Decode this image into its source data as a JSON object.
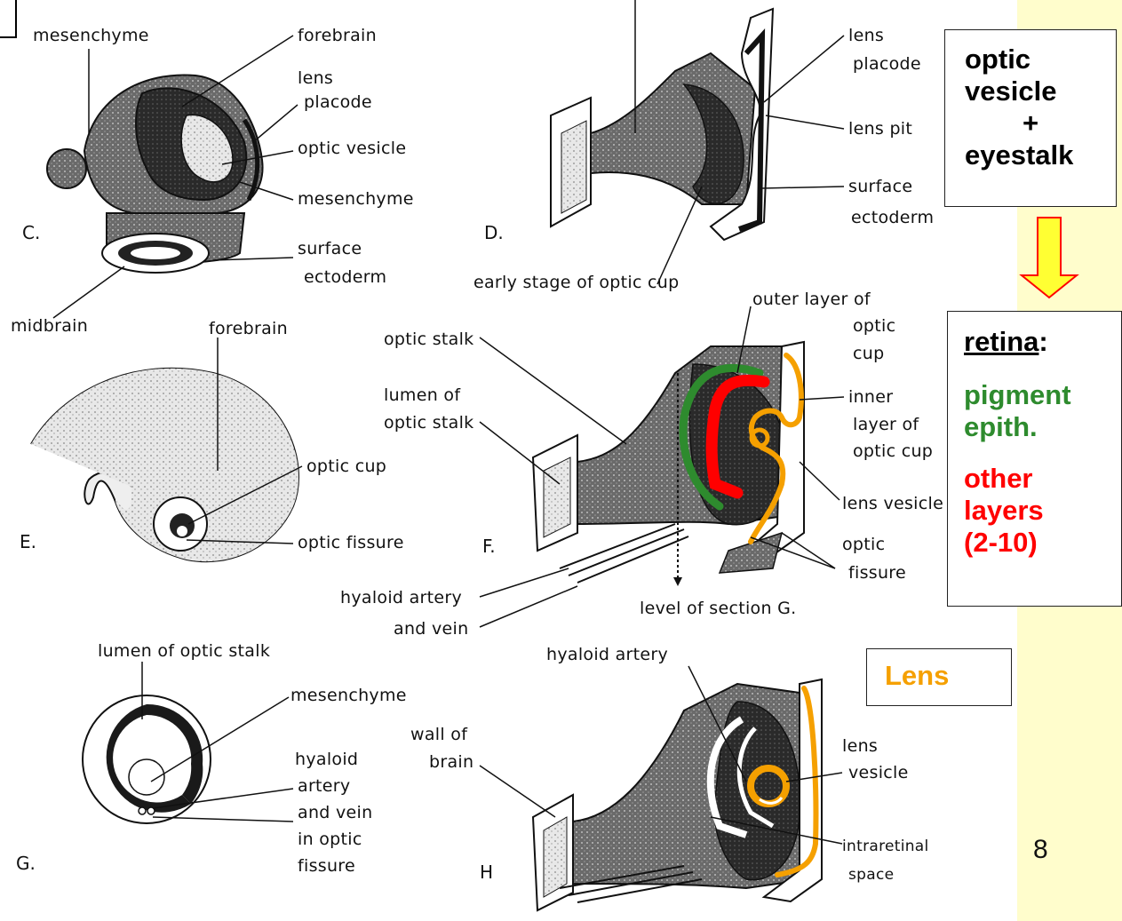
{
  "slide": {
    "page_number": "8",
    "accent_colors": {
      "green": "#2e8b2e",
      "red": "#ff0000",
      "orange": "#f5a000",
      "yellow": "#ffff33",
      "sidebar": "#fffdcc"
    }
  },
  "boxes": {
    "optic_vesicle": {
      "line1": "optic",
      "line2": "vesicle",
      "line3": "+",
      "line4": "eyestalk"
    },
    "retina": {
      "title": "retina",
      "colon": ":",
      "pigment1": "pigment",
      "pigment2": "epith.",
      "other1": "other",
      "other2": "layers",
      "other3": "(2-10)"
    },
    "lens": {
      "label": "Lens"
    }
  },
  "diagram": {
    "panel_C": {
      "letter": "C.",
      "mesenchyme_top": "mesenchyme",
      "forebrain": "forebrain",
      "lens": "lens",
      "placode": "placode",
      "optic_vesicle": "optic vesicle",
      "mesenchyme": "mesenchyme",
      "surface": "surface",
      "ectoderm": "ectoderm",
      "midbrain": "midbrain"
    },
    "panel_D": {
      "letter": "D.",
      "lens": "lens",
      "placode": "placode",
      "lens_pit": "lens pit",
      "surface": "surface",
      "ectoderm": "ectoderm",
      "early_cup": "early stage of optic cup"
    },
    "panel_E": {
      "letter": "E.",
      "forebrain": "forebrain",
      "optic_cup": "optic cup",
      "optic_fissure": "optic fissure"
    },
    "panel_F": {
      "letter": "F.",
      "optic_stalk": "optic stalk",
      "lumen1": "lumen of",
      "lumen2": "optic stalk",
      "outer1": "outer layer of",
      "outer2": "optic",
      "outer3": "cup",
      "inner1": "inner",
      "inner2": "layer of",
      "inner3": "optic cup",
      "lens_vesicle": "lens vesicle",
      "optic": "optic",
      "fissure": "fissure",
      "hyaloid1": "hyaloid artery",
      "hyaloid2": "and vein",
      "level": "level of section G."
    },
    "panel_G": {
      "letter": "G.",
      "lumen": "lumen of optic stalk",
      "mesenchyme": "mesenchyme",
      "hyaloid": "hyaloid",
      "artery": "artery",
      "and_vein": "and vein",
      "in_optic": "in optic",
      "fissure": "fissure"
    },
    "panel_H": {
      "letter": "H",
      "hyaloid_artery": "hyaloid artery",
      "wall1": "wall of",
      "wall2": "brain",
      "lens": "lens",
      "vesicle": "vesicle",
      "intraretinal": "intraretinal",
      "space": "space"
    }
  }
}
